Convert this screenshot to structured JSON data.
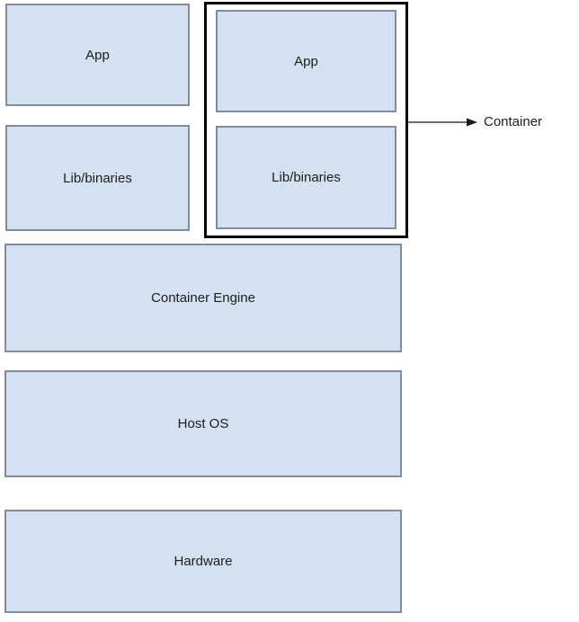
{
  "diagram": {
    "type": "container-architecture-stack",
    "colors": {
      "box_fill": "#d4e1f1",
      "box_border": "#828d98",
      "container_outline": "#000000",
      "arrow": "#3d3d3d",
      "text": "#1d1d1d",
      "background": "#ffffff"
    },
    "left_stack": {
      "app": "App",
      "lib": "Lib/binaries"
    },
    "container_group": {
      "app": "App",
      "lib": "Lib/binaries",
      "callout": "Container"
    },
    "layers": {
      "engine": "Container Engine",
      "host": "Host OS",
      "hardware": "Hardware"
    }
  }
}
